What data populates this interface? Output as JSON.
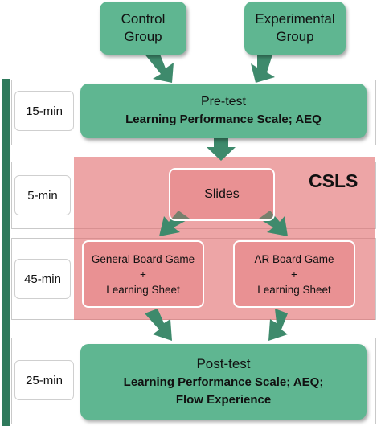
{
  "groups": {
    "control": [
      "Control",
      "Group"
    ],
    "experimental": [
      "Experimental",
      "Group"
    ]
  },
  "pretest": {
    "title": "Pre-test",
    "subtitle": "Learning Performance Scale; AEQ",
    "time": "15-min"
  },
  "csls": {
    "label": "CSLS",
    "slides": "Slides",
    "slides_time": "5-min",
    "activity_time": "45-min",
    "general_game": [
      "General Board Game",
      "+",
      "Learning Sheet"
    ],
    "ar_game": [
      "AR Board Game",
      "+",
      "Learning Sheet"
    ]
  },
  "posttest": {
    "title": "Post-test",
    "line1": "Learning Performance Scale; AEQ;",
    "line2": "Flow Experience",
    "time": "25-min"
  },
  "colors": {
    "green": "#5fb691",
    "arrow_green": "#3e8a6c",
    "csls_red": "#e26e70",
    "left_bar": "#2f7a5c"
  }
}
